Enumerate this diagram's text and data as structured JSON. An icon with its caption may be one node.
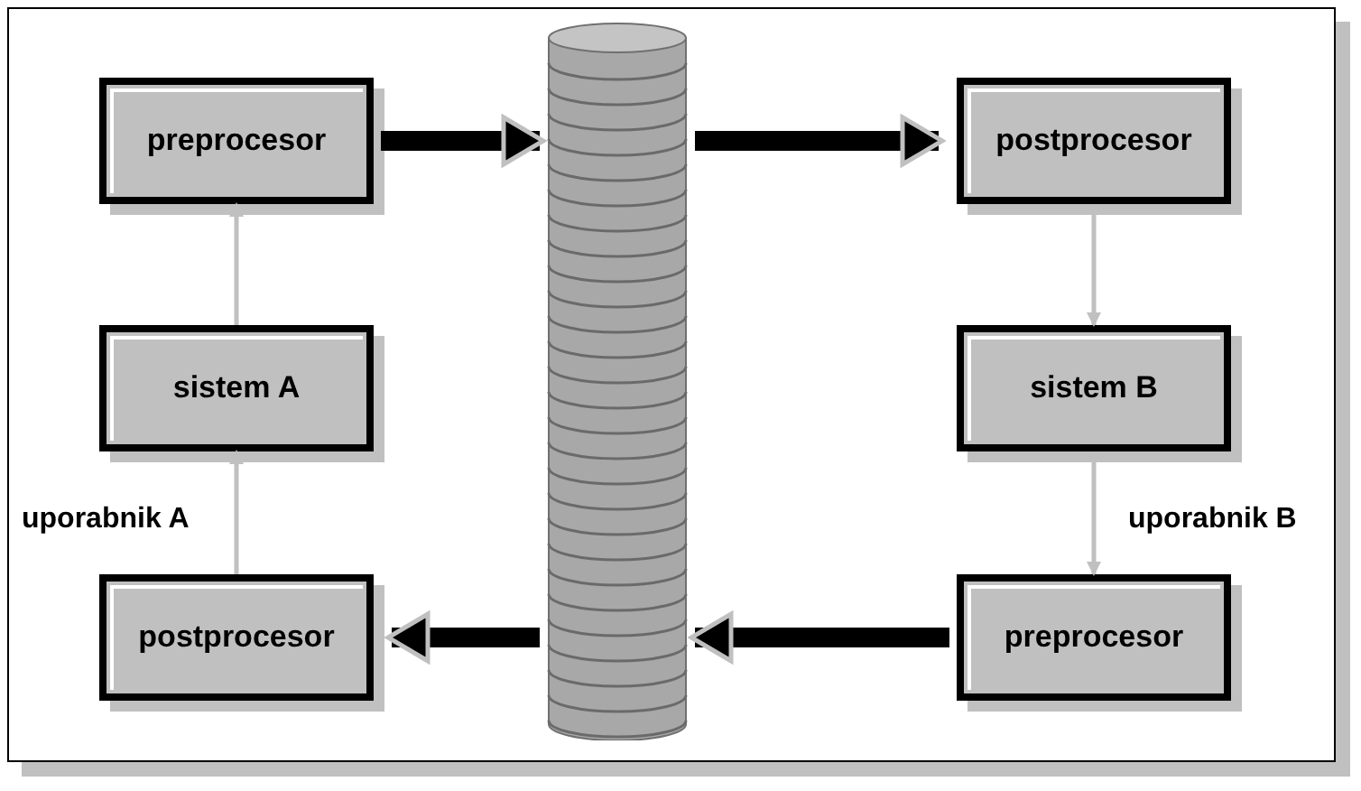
{
  "diagram": {
    "nodes": [
      {
        "text": [
          "preprocesor"
        ]
      },
      {
        "text": [],
        "shape": "cylinder"
      },
      {
        "text": [
          "postprocesor"
        ]
      },
      {
        "text": [
          "sistem A"
        ]
      },
      {
        "text": [
          "sistem B"
        ]
      },
      {
        "text": [
          "postprocesor"
        ]
      },
      {
        "text": [
          "preprocesor"
        ]
      }
    ],
    "edges": [
      {
        "from": 0,
        "to": 1,
        "arrow": "to",
        "style": "thick"
      },
      {
        "from": 1,
        "to": 2,
        "arrow": "to",
        "style": "thick"
      },
      {
        "from": 3,
        "to": 0,
        "arrow": "to",
        "color": "#c0c0c0"
      },
      {
        "from": 5,
        "to": 3,
        "arrow": "to",
        "color": "#c0c0c0"
      },
      {
        "from": 2,
        "to": 4,
        "arrow": "to",
        "color": "#c0c0c0"
      },
      {
        "from": 4,
        "to": 6,
        "arrow": "to",
        "color": "#c0c0c0"
      },
      {
        "from": 6,
        "to": 1,
        "arrow": "to",
        "style": "thick"
      },
      {
        "from": 1,
        "to": 5,
        "arrow": "to",
        "style": "thick"
      }
    ],
    "labels": [
      "uporabnik A",
      "uporabnik B"
    ]
  }
}
